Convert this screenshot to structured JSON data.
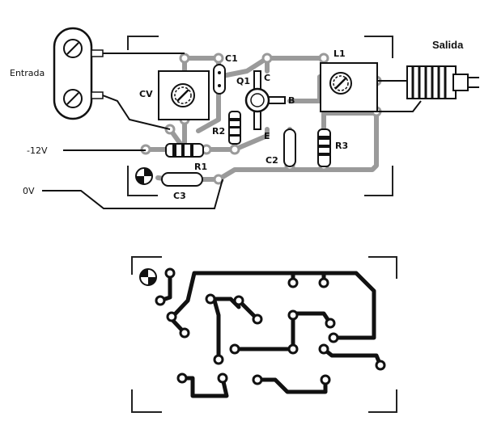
{
  "labels": {
    "entrada": "Entrada",
    "salida": "Salida",
    "neg12v": "-12V",
    "zero_v": "0V",
    "cv": "CV",
    "c1": "C1",
    "c2": "C2",
    "c3": "C3",
    "l1": "L1",
    "q1": "Q1",
    "r1": "R1",
    "r2": "R2",
    "r3": "R3",
    "pin_c": "C",
    "pin_b": "B",
    "pin_e": "E"
  }
}
